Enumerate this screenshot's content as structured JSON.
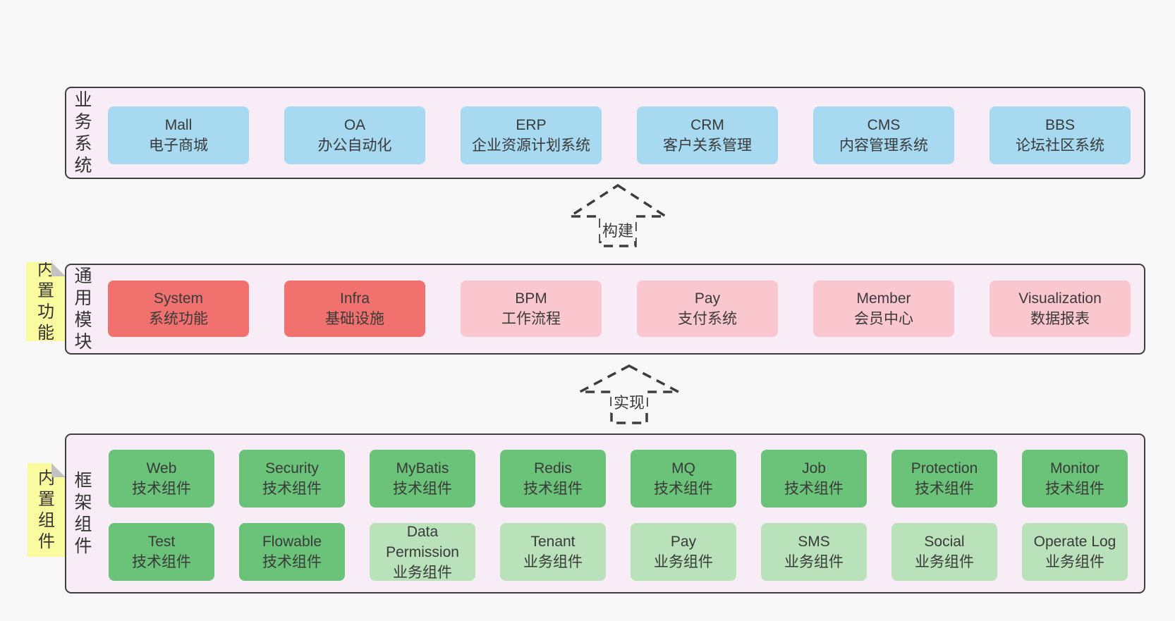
{
  "colors": {
    "page_bg": "#f8f8f8",
    "panel_bg": "#f8edf6",
    "panel_border": "#3f3f3f",
    "blue": "#a7d9f1",
    "red": "#f0716e",
    "pink": "#fac7cf",
    "green": "#6ac378",
    "light_green": "#b9e2bb",
    "note_yellow": "#fafa9e",
    "note_fold": "#c2c2c2",
    "text": "#3a3a3a",
    "arrow_stroke": "#3d3d3d"
  },
  "panels": [
    {
      "id": "business-systems",
      "label": "业务系统",
      "note": null,
      "rows": [
        [
          {
            "name": "Mall",
            "desc": "电子商城",
            "variant": "blue"
          },
          {
            "name": "OA",
            "desc": "办公自动化",
            "variant": "blue"
          },
          {
            "name": "ERP",
            "desc": "企业资源计划系统",
            "variant": "blue"
          },
          {
            "name": "CRM",
            "desc": "客户关系管理",
            "variant": "blue"
          },
          {
            "name": "CMS",
            "desc": "内容管理系统",
            "variant": "blue"
          },
          {
            "name": "BBS",
            "desc": "论坛社区系统",
            "variant": "blue"
          }
        ]
      ]
    },
    {
      "id": "common-modules",
      "label": "通用模块",
      "note": "内置功能",
      "rows": [
        [
          {
            "name": "System",
            "desc": "系统功能",
            "variant": "red"
          },
          {
            "name": "Infra",
            "desc": "基础设施",
            "variant": "red"
          },
          {
            "name": "BPM",
            "desc": "工作流程",
            "variant": "pink"
          },
          {
            "name": "Pay",
            "desc": "支付系统",
            "variant": "pink"
          },
          {
            "name": "Member",
            "desc": "会员中心",
            "variant": "pink"
          },
          {
            "name": "Visualization",
            "desc": "数据报表",
            "variant": "pink"
          }
        ]
      ]
    },
    {
      "id": "framework-components",
      "label": "框架组件",
      "note": "内置组件",
      "rows": [
        [
          {
            "name": "Web",
            "desc": "技术组件",
            "variant": "green"
          },
          {
            "name": "Security",
            "desc": "技术组件",
            "variant": "green"
          },
          {
            "name": "MyBatis",
            "desc": "技术组件",
            "variant": "green"
          },
          {
            "name": "Redis",
            "desc": "技术组件",
            "variant": "green"
          },
          {
            "name": "MQ",
            "desc": "技术组件",
            "variant": "green"
          },
          {
            "name": "Job",
            "desc": "技术组件",
            "variant": "green"
          },
          {
            "name": "Protection",
            "desc": "技术组件",
            "variant": "green"
          },
          {
            "name": "Monitor",
            "desc": "技术组件",
            "variant": "green"
          }
        ],
        [
          {
            "name": "Test",
            "desc": "技术组件",
            "variant": "green"
          },
          {
            "name": "Flowable",
            "desc": "技术组件",
            "variant": "green"
          },
          {
            "name": "Data Permission",
            "desc": "业务组件",
            "variant": "light-green"
          },
          {
            "name": "Tenant",
            "desc": "业务组件",
            "variant": "light-green"
          },
          {
            "name": "Pay",
            "desc": "业务组件",
            "variant": "light-green"
          },
          {
            "name": "SMS",
            "desc": "业务组件",
            "variant": "light-green"
          },
          {
            "name": "Social",
            "desc": "业务组件",
            "variant": "light-green"
          },
          {
            "name": "Operate Log",
            "desc": "业务组件",
            "variant": "light-green"
          }
        ]
      ]
    }
  ],
  "arrows": [
    {
      "label": "构建"
    },
    {
      "label": "实现"
    }
  ]
}
